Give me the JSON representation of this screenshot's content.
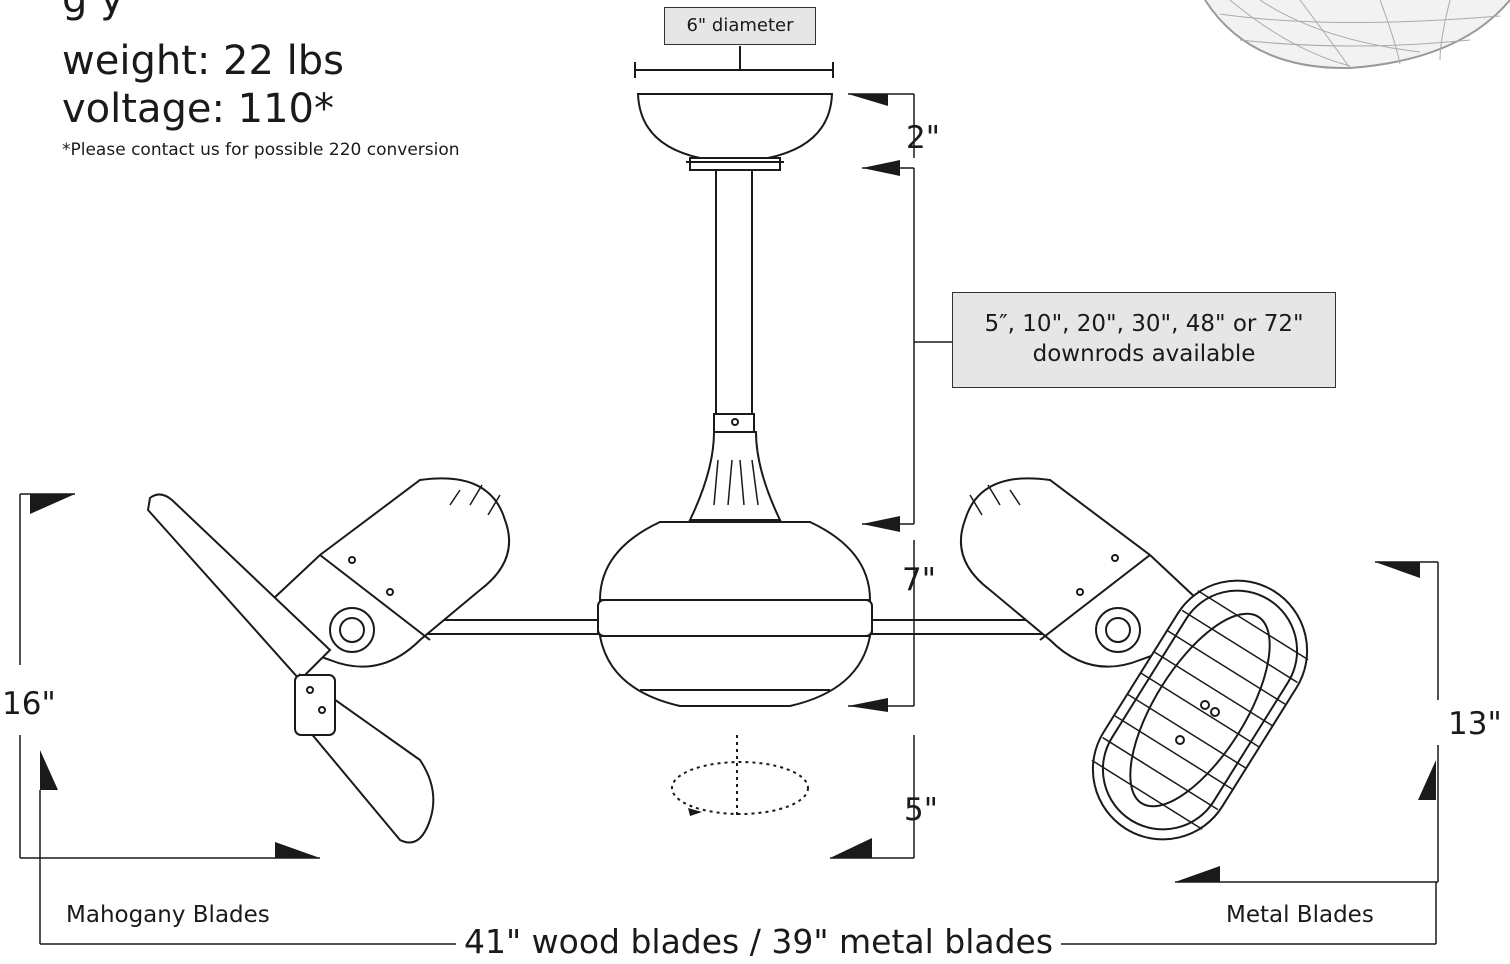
{
  "specs": {
    "heading_fragment": "g y",
    "weight": "weight: 22 lbs",
    "voltage": "voltage: 110*",
    "footnote": "*Please contact us for possible 220 conversion"
  },
  "callouts": {
    "canopy_diameter": "6\" diameter",
    "downrods_line1": "5″, 10\", 20\", 30\", 48\" or 72\"",
    "downrods_line2": "downrods available"
  },
  "dimensions": {
    "canopy_height": "2\"",
    "body_height": "7\"",
    "clearance": "5\"",
    "wood_height": "16\"",
    "metal_height": "13\""
  },
  "labels": {
    "left_blades": "Mahogany Blades",
    "right_blades": "Metal Blades",
    "span": "41\" wood blades / 39\" metal blades"
  },
  "colors": {
    "line": "#1a1a1a",
    "box_fill": "#e6e6e6",
    "globe_fill": "#f2f2f2"
  }
}
